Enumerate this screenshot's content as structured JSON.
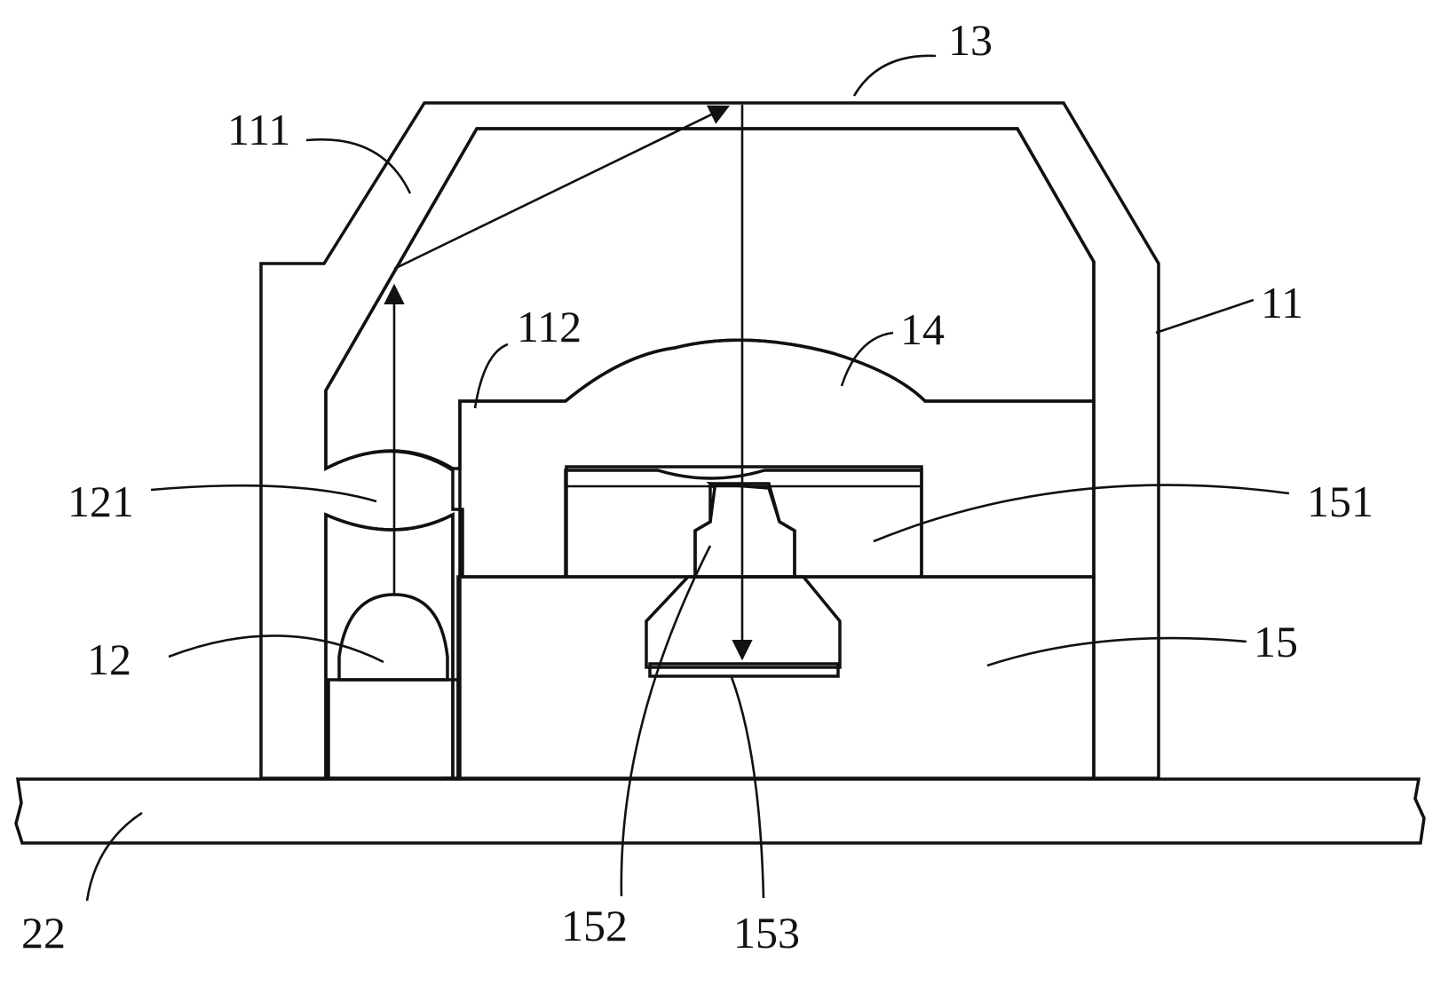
{
  "diagram": {
    "labels": {
      "l13": "13",
      "l111": "111",
      "l11": "11",
      "l112": "112",
      "l14": "14",
      "l121": "121",
      "l151": "151",
      "l12": "12",
      "l15": "15",
      "l22": "22",
      "l152": "152",
      "l153": "153"
    },
    "colors": {
      "line": "#111111",
      "background": "#ffffff"
    }
  }
}
